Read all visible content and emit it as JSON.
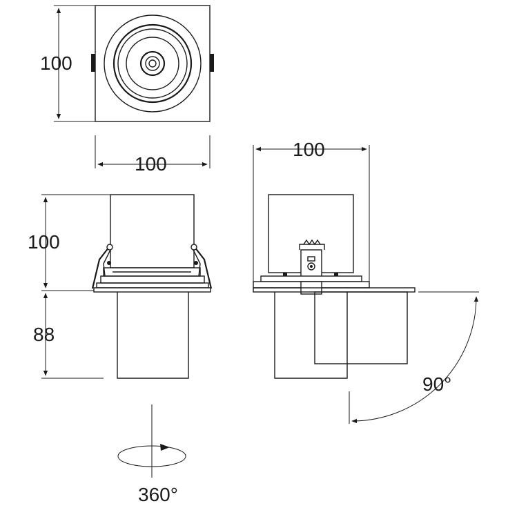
{
  "dimensions": {
    "top_height": "100",
    "top_width": "100",
    "front_above": "100",
    "front_below": "88",
    "side_width": "100",
    "tilt_angle": "90°",
    "rotation_angle": "360°"
  },
  "colors": {
    "line": "#1a1a1a",
    "background": "#ffffff"
  }
}
